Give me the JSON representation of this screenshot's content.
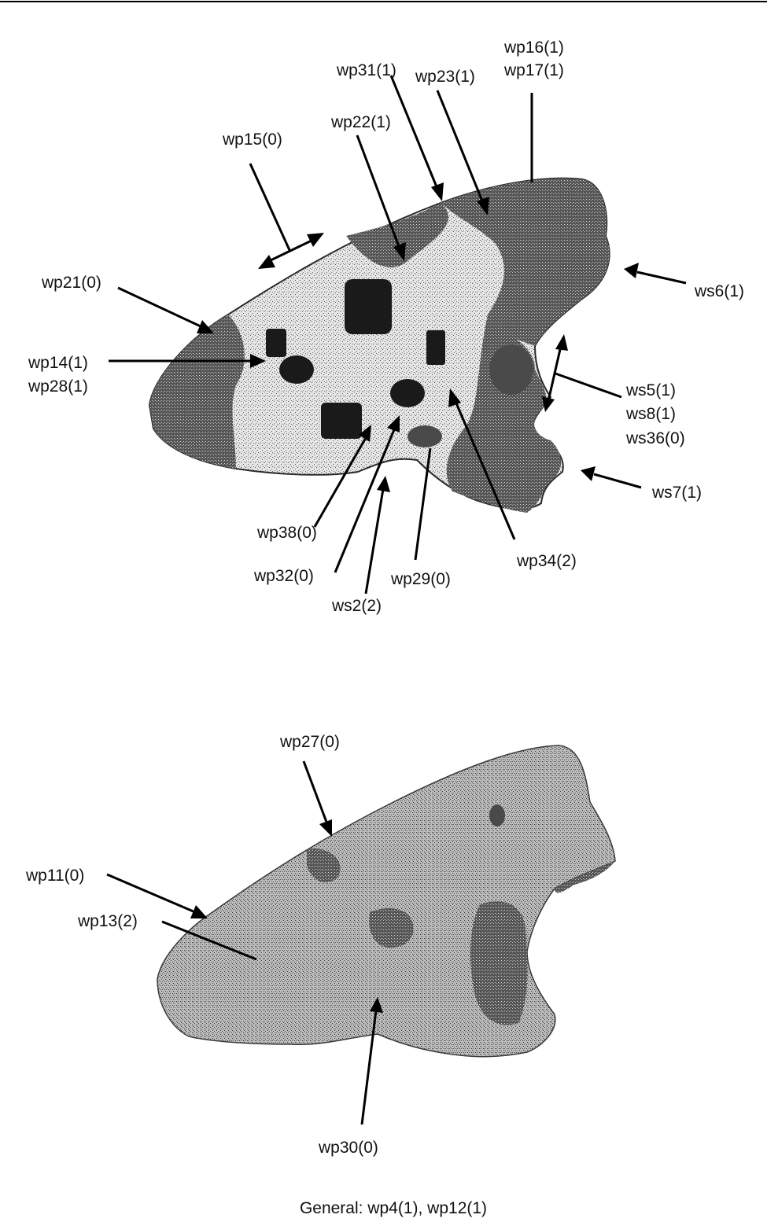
{
  "top_labels": {
    "wp16": "wp16(1)",
    "wp17": "wp17(1)",
    "wp31": "wp31(1)",
    "wp23": "wp23(1)",
    "wp22": "wp22(1)",
    "wp15": "wp15(0)",
    "wp21": "wp21(0)",
    "ws6": "ws6(1)",
    "wp14": "wp14(1)",
    "wp28": "wp28(1)",
    "ws5": "ws5(1)",
    "ws8": "ws8(1)",
    "ws36": "ws36(0)",
    "ws7": "ws7(1)",
    "wp38": "wp38(0)",
    "wp34": "wp34(2)",
    "wp32": "wp32(0)",
    "wp29": "wp29(0)",
    "ws2": "ws2(2)"
  },
  "bottom_labels": {
    "wp27": "wp27(0)",
    "wp11": "wp11(0)",
    "wp13": "wp13(2)",
    "wp30": "wp30(0)"
  },
  "caption": "General: wp4(1), wp12(1)",
  "colors": {
    "ink": "#000000",
    "background": "#ffffff"
  }
}
